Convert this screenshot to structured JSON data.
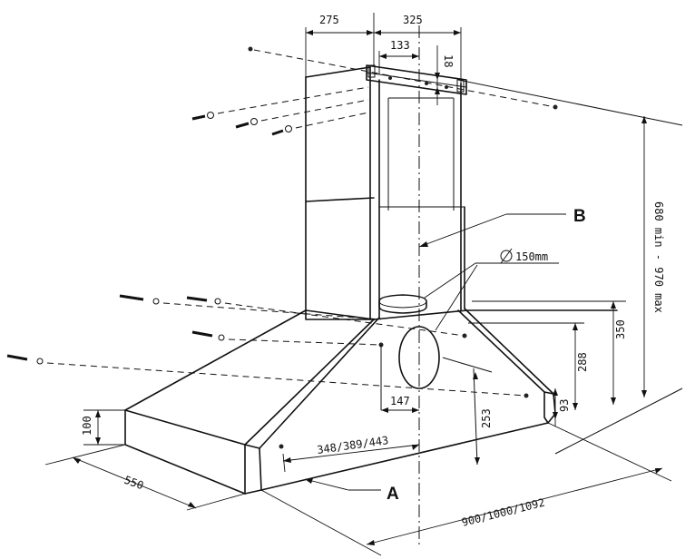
{
  "labels": {
    "dim_275": "275",
    "dim_325": "325",
    "dim_133": "133",
    "dim_18": "18",
    "dim_680_970": "680 min - 970 max",
    "label_B": "B",
    "dia_150": "150mm",
    "dim_350": "350",
    "dim_288": "288",
    "dim_93": "93",
    "dim_147": "147",
    "dim_253": "253",
    "dim_348": "348/389/443",
    "dim_100": "100",
    "dim_550": "550",
    "label_A": "A",
    "dim_900": "900/1000/1092"
  }
}
